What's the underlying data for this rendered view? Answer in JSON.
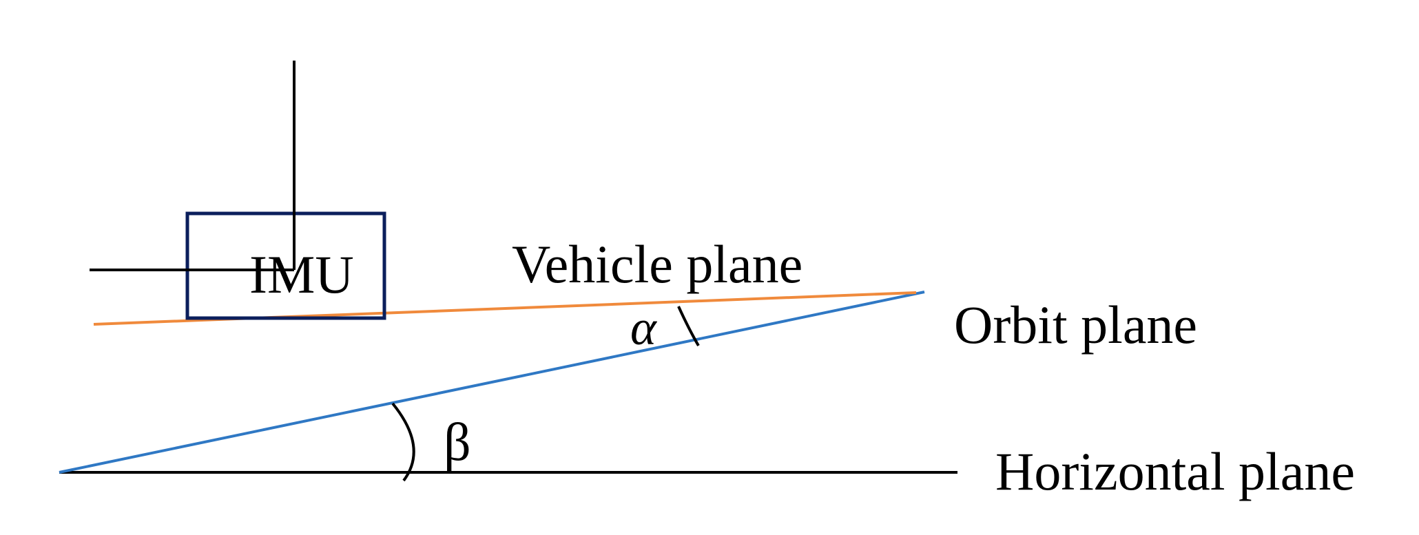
{
  "labels": {
    "imu": "IMU",
    "vehicle_plane": "Vehicle plane",
    "orbit_plane": "Orbit plane",
    "horizontal_plane": "Horizontal plane",
    "alpha": "α",
    "beta": "β"
  },
  "colors": {
    "vehicle_plane_line": "#f08a3c",
    "orbit_plane_line": "#2f78c4",
    "horizontal_plane_line": "#000000",
    "imu_box": "#0b1f5c",
    "axes": "#000000"
  }
}
